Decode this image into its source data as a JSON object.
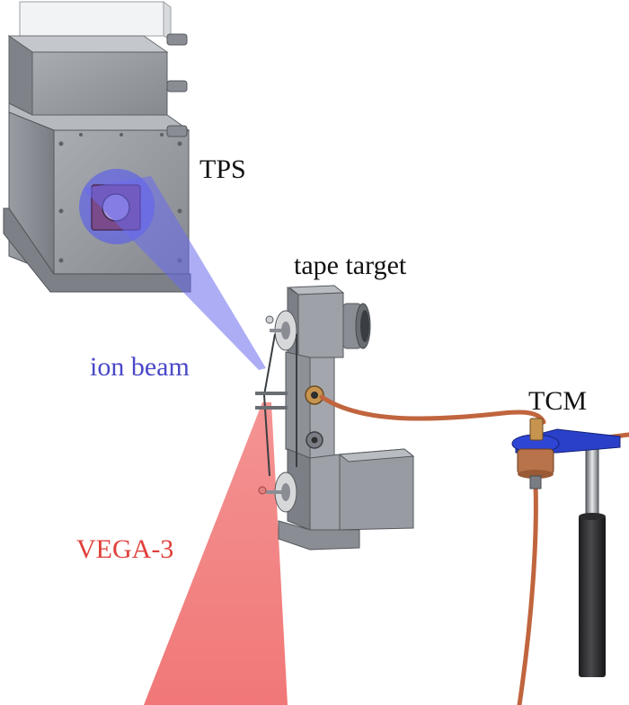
{
  "labels": {
    "tps": "TPS",
    "tape_target": "tape target",
    "ion_beam": "ion beam",
    "vega3": "VEGA-3",
    "tcm": "TCM"
  },
  "colors": {
    "text_default": "#111111",
    "ion_beam_text": "#4a48c8",
    "vega_text": "#e0403c",
    "ion_beam_fill": "#6a6aee",
    "vega_fill": "#f07070",
    "hardware_gray": "#8c9095",
    "cable": "#c0653e",
    "tcm_blue": "#2a40c8",
    "tcm_copper": "#b8734a"
  }
}
